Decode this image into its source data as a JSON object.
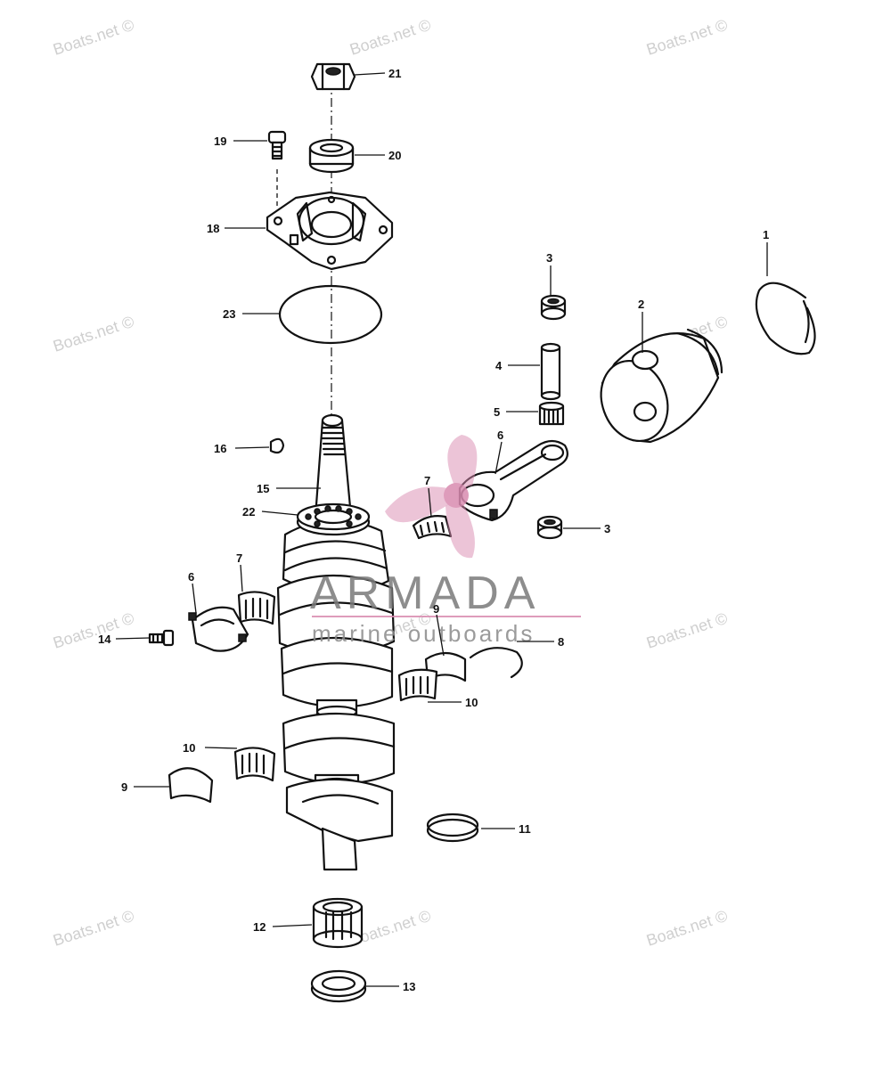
{
  "watermark": "Boats.net ©",
  "logo": {
    "name": "ARMADA",
    "tagline": "marine outboards",
    "accent_color": "#d98bb0"
  },
  "callouts": {
    "c1": "1",
    "c2": "2",
    "c3a": "3",
    "c3b": "3",
    "c4": "4",
    "c5": "5",
    "c6a": "6",
    "c6b": "6",
    "c7a": "7",
    "c7b": "7",
    "c8": "8",
    "c9a": "9",
    "c9b": "9",
    "c10a": "10",
    "c10b": "10",
    "c11": "11",
    "c12": "12",
    "c13": "13",
    "c14": "14",
    "c15": "15",
    "c16": "16",
    "c18": "18",
    "c19": "19",
    "c20": "20",
    "c21": "21",
    "c22": "22",
    "c23": "23"
  }
}
